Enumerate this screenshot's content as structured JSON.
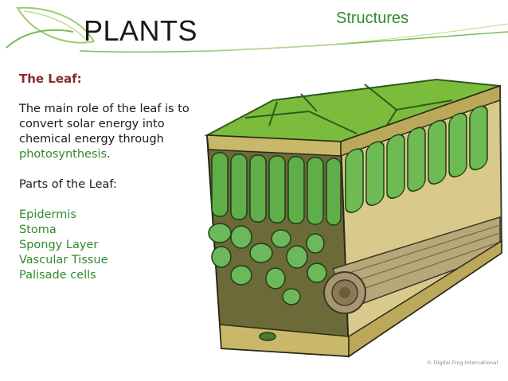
{
  "header": {
    "title": "PLANTS",
    "section": "Structures"
  },
  "content": {
    "heading": "The Leaf:",
    "intro_part1": "The main role of the leaf is to convert solar energy into chemical energy through ",
    "intro_link": "photosynthesis",
    "intro_end": ".",
    "parts_heading": "Parts of the Leaf:",
    "parts": [
      "Epidermis",
      "Stoma",
      "Spongy Layer",
      "Vascular Tissue",
      "Palisade cells"
    ]
  },
  "illustration": {
    "credit": "© Digital Frog International"
  },
  "colors": {
    "accent_green": "#2e8b2e",
    "heading_red": "#8a2a2a",
    "leaf_light": "#8cc63f",
    "leaf_dark": "#3f8a2a"
  }
}
